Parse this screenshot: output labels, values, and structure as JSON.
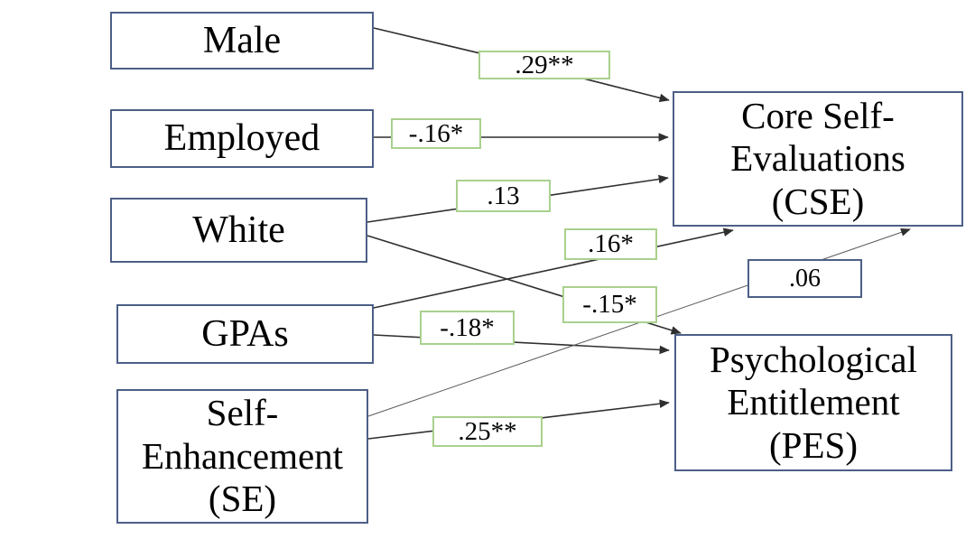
{
  "diagram": {
    "type": "path-model",
    "nodes": {
      "male": {
        "label": "Male"
      },
      "employed": {
        "label": "Employed"
      },
      "white": {
        "label": "White"
      },
      "gpas": {
        "label": "GPAs"
      },
      "se": {
        "label": "Self-\nEnhancement\n(SE)"
      },
      "cse": {
        "label": "Core Self-\nEvaluations\n(CSE)"
      },
      "pes": {
        "label": "Psychological\nEntitlement\n(PES)"
      }
    },
    "paths": [
      {
        "from": "Male",
        "to": "CSE",
        "coefficient": ".29**",
        "significant": true
      },
      {
        "from": "Employed",
        "to": "CSE",
        "coefficient": "-.16*",
        "significant": true
      },
      {
        "from": "White",
        "to": "CSE",
        "coefficient": ".13",
        "significant": true
      },
      {
        "from": "GPAs",
        "to": "CSE",
        "coefficient": ".16*",
        "significant": true
      },
      {
        "from": "White",
        "to": "PES",
        "coefficient": "-.15*",
        "significant": true
      },
      {
        "from": "GPAs",
        "to": "PES",
        "coefficient": "-.18*",
        "significant": true
      },
      {
        "from": "SE",
        "to": "PES",
        "coefficient": ".25**",
        "significant": true
      },
      {
        "from": "SE",
        "to": "CSE",
        "coefficient": ".06",
        "significant": false
      }
    ],
    "colors": {
      "node_border": "#4d5f87",
      "coef_border_significant": "#a9d18e",
      "coef_border_nonsignificant": "#4d5f87",
      "line": "#2f2f2f",
      "thin_line": "#595959",
      "text": "#000000",
      "background": "#ffffff"
    }
  }
}
